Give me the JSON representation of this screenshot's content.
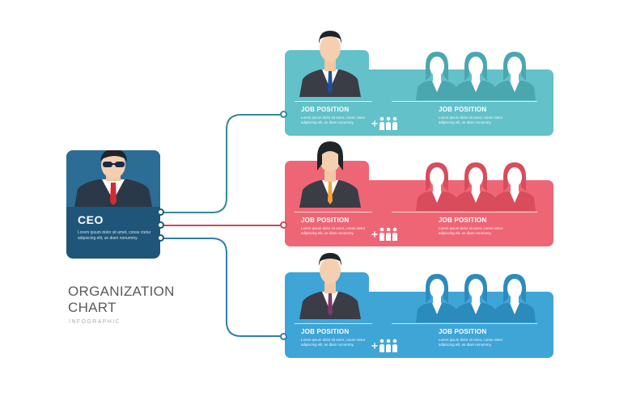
{
  "ceo": {
    "title": "CEO",
    "description": "Lorem ipsum dolor sit amet, conse ctetur adipiscing elit, se diam nonummy."
  },
  "rows": [
    {
      "color": "#62c1c9",
      "dark": "#4aa7b0",
      "line": "#2e8c99",
      "left": {
        "title": "JOB POSITION",
        "description": "Lorem ipsum dolor sit amet, conse ctetur adipiscing elit, se diam nonummy."
      },
      "right": {
        "title": "JOB POSITION",
        "description": "Lorem ipsum dolor sit amet, conse ctetur adipiscing elit, se diam nonummy."
      }
    },
    {
      "color": "#ee6675",
      "dark": "#d84c5c",
      "line": "#c84a5a",
      "left": {
        "title": "JOB POSITION",
        "description": "Lorem ipsum dolor sit amet, conse ctetur adipiscing elit, se diam nonummy."
      },
      "right": {
        "title": "JOB POSITION",
        "description": "Lorem ipsum dolor sit amet, conse ctetur adipiscing elit, se diam nonummy."
      }
    },
    {
      "color": "#3fa5d6",
      "dark": "#2b8bbd",
      "line": "#2e7fae",
      "left": {
        "title": "JOB POSITION",
        "description": "Lorem ipsum dolor sit amet, conse ctetur adipiscing elit, se diam nonummy."
      },
      "right": {
        "title": "JOB POSITION",
        "description": "Lorem ipsum dolor sit amet, conse ctetur adipiscing elit, se diam nonummy."
      }
    }
  ],
  "title": {
    "line1": "ORGANIZATION",
    "line2": "CHART",
    "subtitle": "INFOGRAPHIC"
  }
}
